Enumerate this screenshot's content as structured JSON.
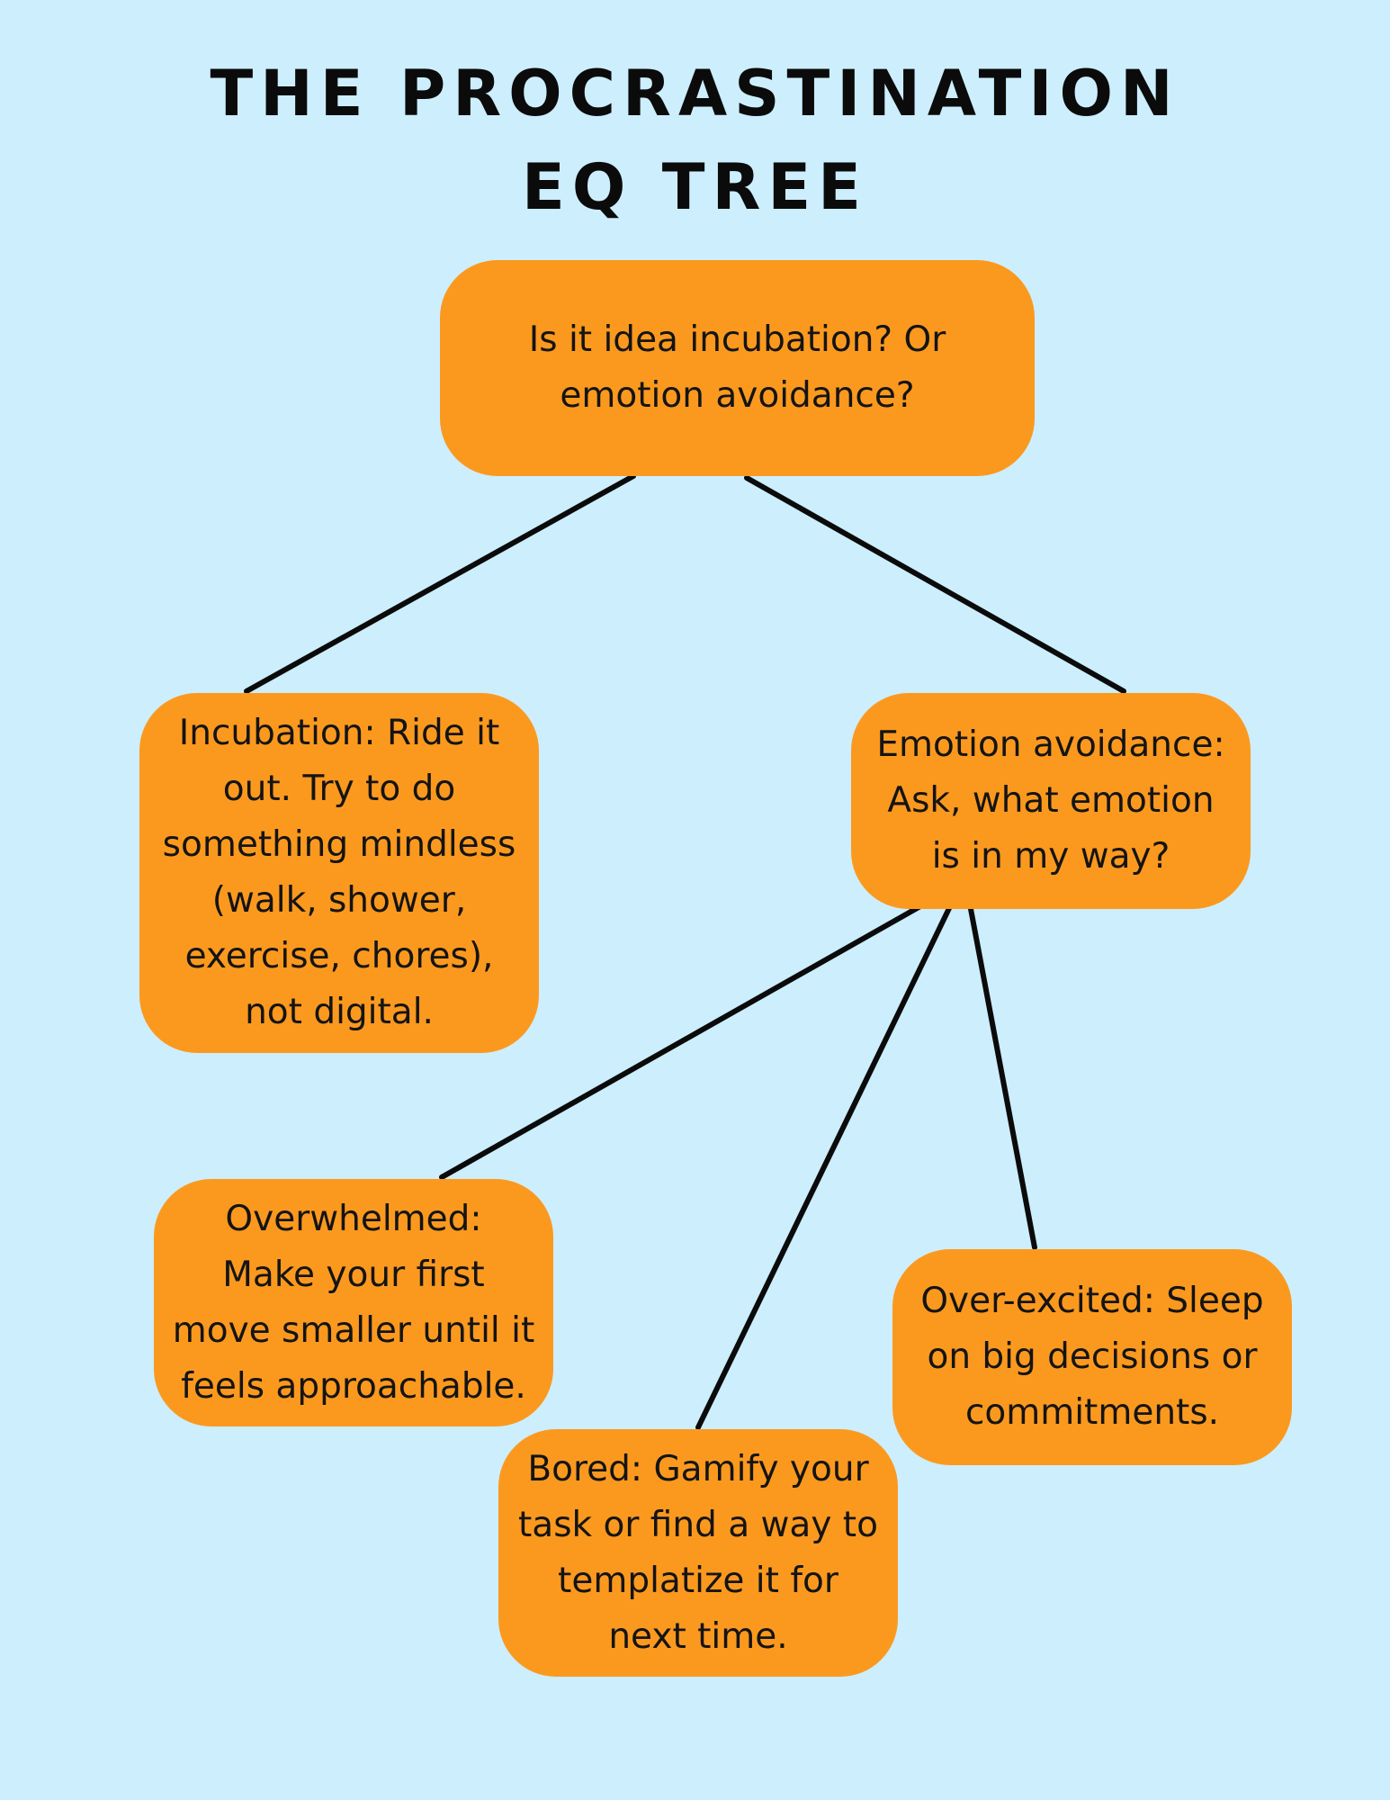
{
  "title": {
    "line1": "THE PROCRASTINATION",
    "line2": "EQ TREE"
  },
  "colors": {
    "background": "#cdeefc",
    "node_fill": "#fb991f",
    "edge": "#0b0b0b",
    "text": "#141414"
  },
  "nodes": {
    "root": {
      "lines": [
        "Is it idea incubation? Or",
        "emotion avoidance?"
      ]
    },
    "incubation": {
      "lines": [
        "Incubation: Ride it",
        "out. Try to do",
        "something mindless",
        "(walk, shower,",
        "exercise, chores),",
        "not digital."
      ]
    },
    "emotion_avoidance": {
      "lines": [
        "Emotion avoidance:",
        "Ask, what emotion",
        "is in my way?"
      ]
    },
    "overwhelmed": {
      "lines": [
        "Overwhelmed:",
        "Make your first",
        "move smaller until it",
        "feels approachable."
      ]
    },
    "bored": {
      "lines": [
        "Bored: Gamify your",
        "task or find a way to",
        "templatize it for",
        "next time."
      ]
    },
    "over_excited": {
      "lines": [
        "Over-excited: Sleep",
        "on big decisions or",
        "commitments."
      ]
    }
  }
}
